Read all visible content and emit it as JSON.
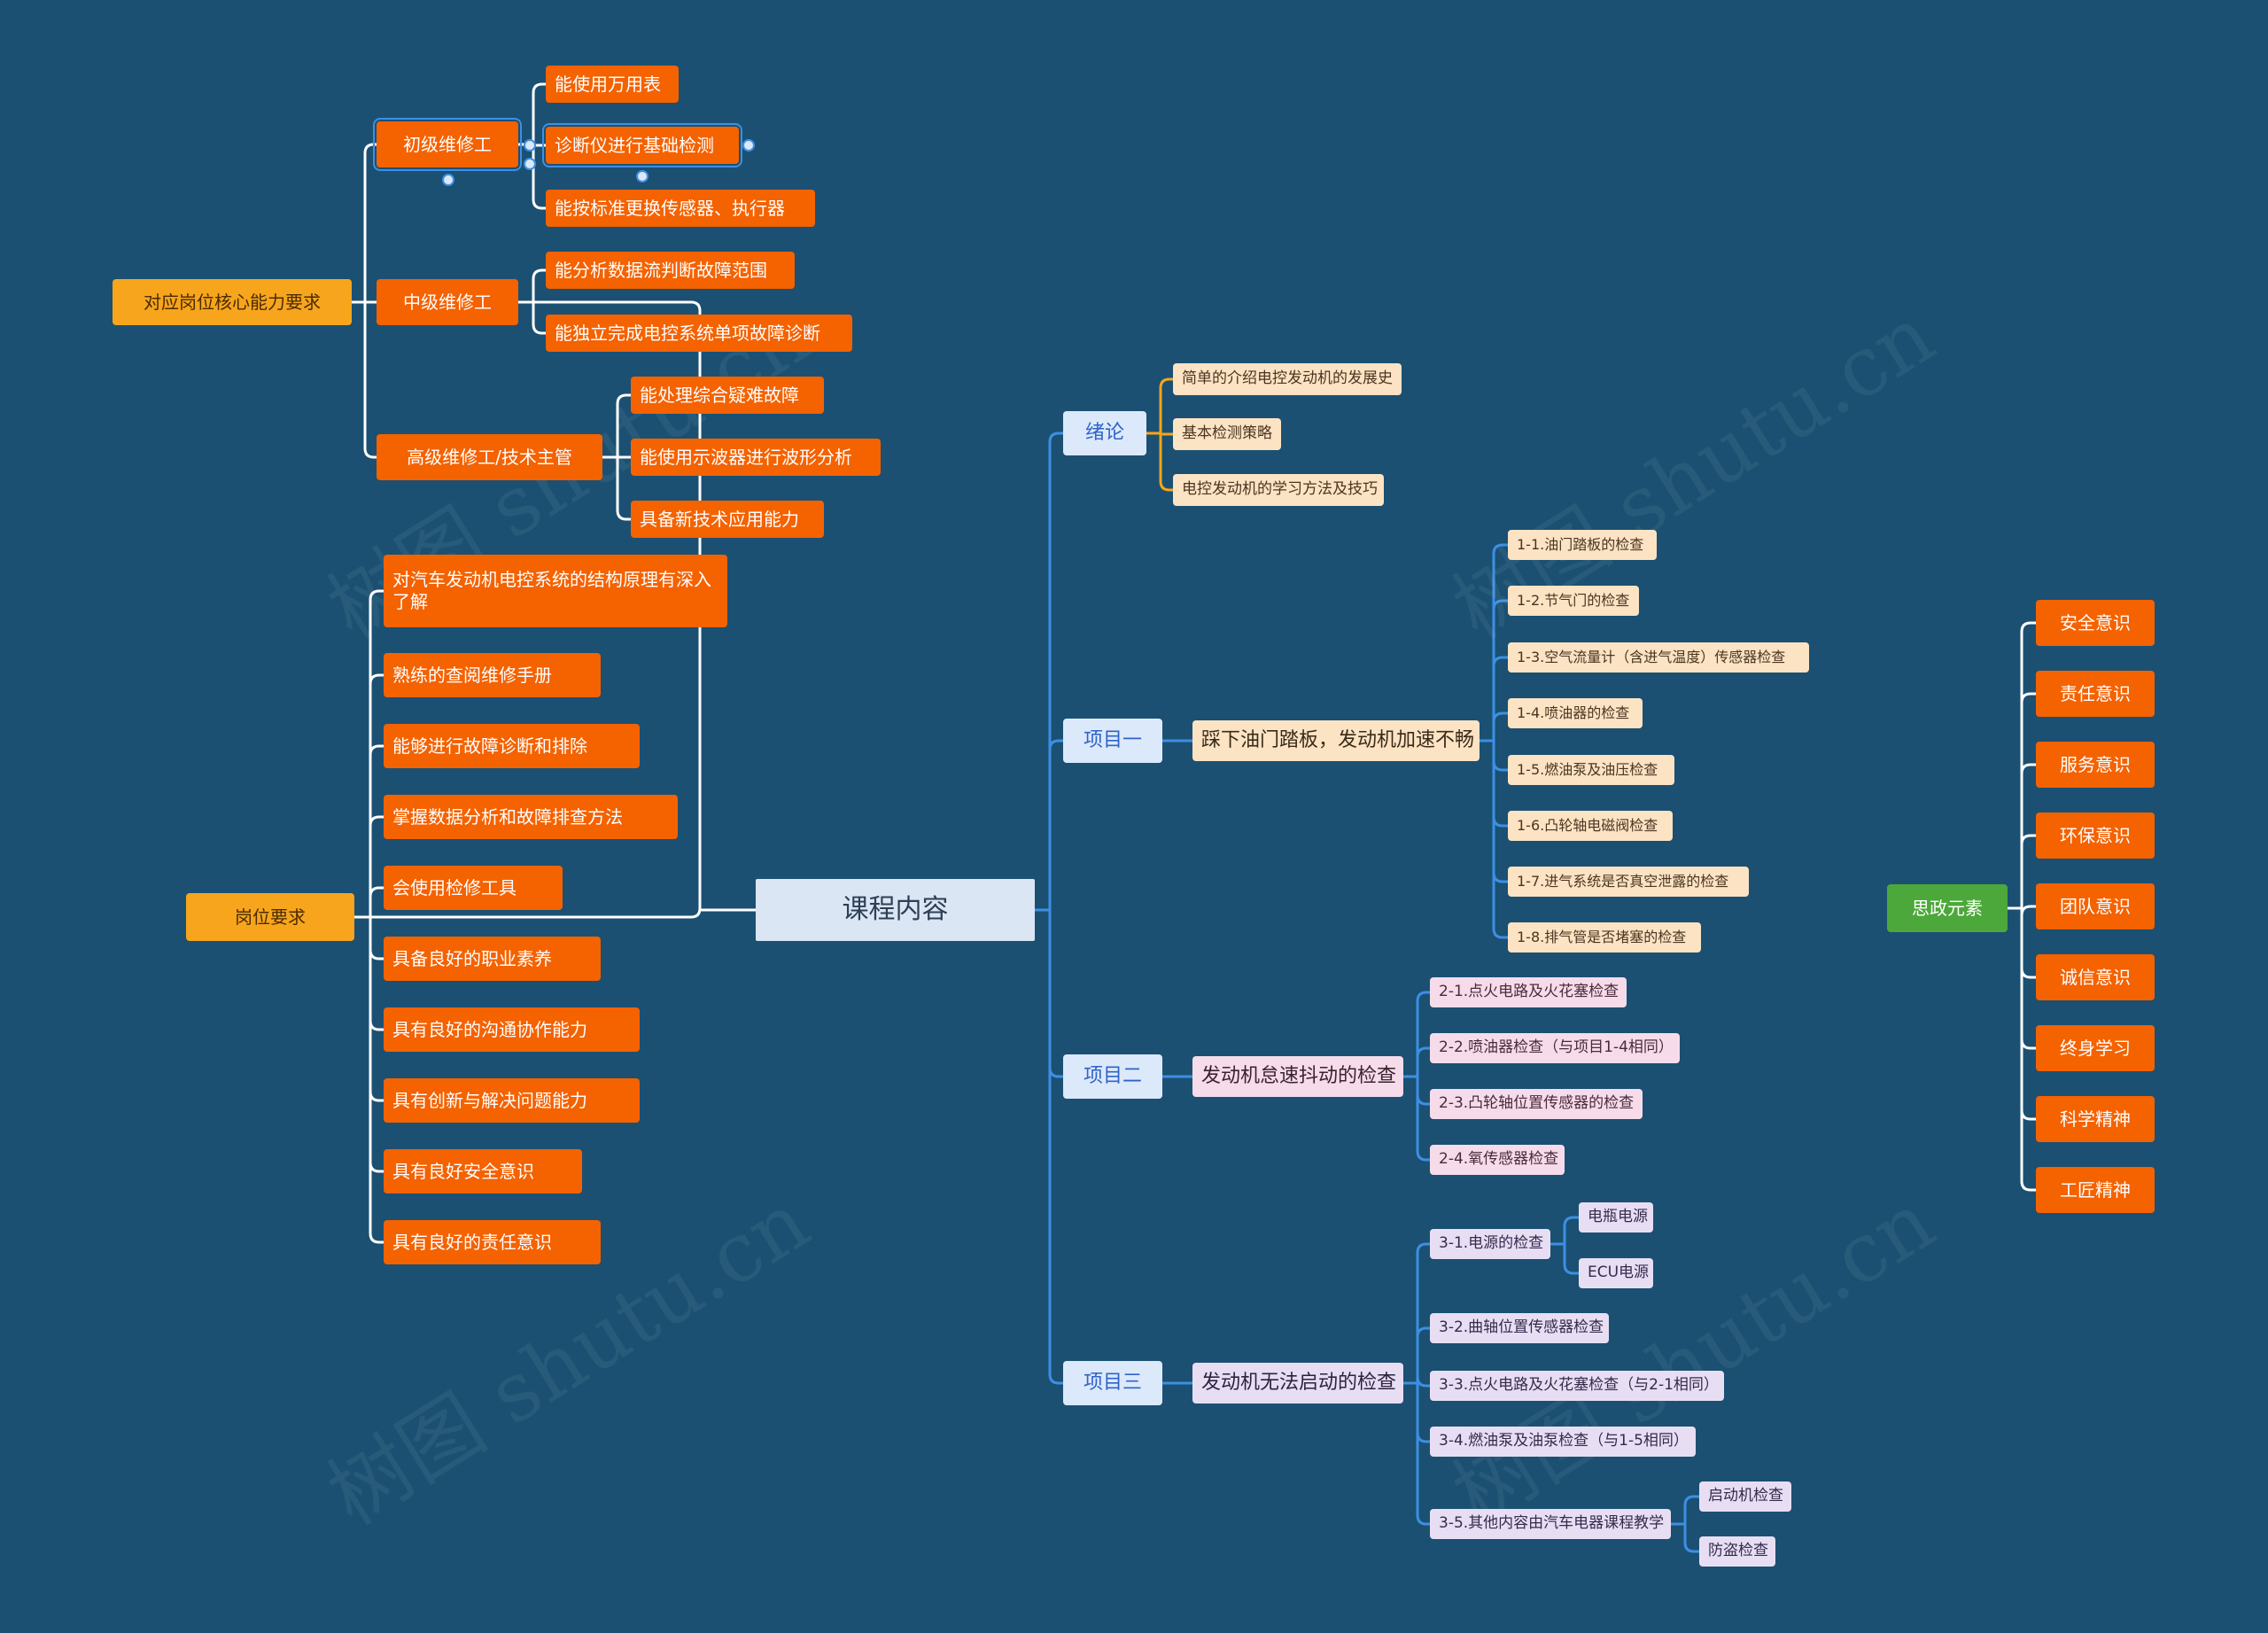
{
  "root": {
    "label": "课程内容"
  },
  "left": {
    "core": {
      "label": "对应岗位核心能力要求",
      "levels": [
        {
          "label": "初级维修工",
          "items": [
            "能使用万用表",
            "诊断仪进行基础检测",
            "能按标准更换传感器、执行器"
          ]
        },
        {
          "label": "中级维修工",
          "items": [
            "能分析数据流判断故障范围",
            "能独立完成电控系统单项故障诊断"
          ]
        },
        {
          "label": "高级维修工/技术主管",
          "items": [
            "能处理综合疑难故障",
            "能使用示波器进行波形分析",
            "具备新技术应用能力"
          ]
        }
      ]
    },
    "post": {
      "label": "岗位要求",
      "items": [
        "对汽车发动机电控系统的结构原理有深入了解",
        "熟练的查阅维修手册",
        "能够进行故障诊断和排除",
        "掌握数据分析和故障排查方法",
        "会使用检修工具",
        "具备良好的职业素养",
        "具有良好的沟通协作能力",
        "具有创新与解决问题能力",
        "具有良好安全意识",
        "具有良好的责任意识"
      ]
    }
  },
  "right": {
    "intro": {
      "label": "绪论",
      "items": [
        "简单的介绍电控发动机的发展史",
        "基本检测策略",
        "电控发动机的学习方法及技巧"
      ]
    },
    "p1": {
      "label": "项目一",
      "sub": "踩下油门踏板，发动机加速不畅",
      "items": [
        "1-1.油门踏板的检查",
        "1-2.节气门的检查",
        "1-3.空气流量计（含进气温度）传感器检查",
        "1-4.喷油器的检查",
        "1-5.燃油泵及油压检查",
        "1-6.凸轮轴电磁阀检查",
        "1-7.进气系统是否真空泄露的检查",
        "1-8.排气管是否堵塞的检查"
      ]
    },
    "p2": {
      "label": "项目二",
      "sub": "发动机怠速抖动的检查",
      "items": [
        "2-1.点火电路及火花塞检查",
        "2-2.喷油器检查（与项目1-4相同）",
        "2-3.凸轮轴位置传感器的检查",
        "2-4.氧传感器检查"
      ]
    },
    "p3": {
      "label": "项目三",
      "sub": "发动机无法启动的检查",
      "items": [
        "3-1.电源的检查",
        "3-2.曲轴位置传感器检查",
        "3-3.点火电路及火花塞检查（与2-1相同）",
        "3-4.燃油泵及油泵检查（与1-5相同）",
        "3-5.其他内容由汽车电器课程教学"
      ],
      "power": [
        "电瓶电源",
        "ECU电源"
      ],
      "other": [
        "启动机检查",
        "防盗检查"
      ]
    }
  },
  "ideology": {
    "label": "思政元素",
    "items": [
      "安全意识",
      "责任意识",
      "服务意识",
      "环保意识",
      "团队意识",
      "诚信意识",
      "终身学习",
      "科学精神",
      "工匠精神"
    ]
  },
  "watermark": "树图 shutu.cn",
  "colors": {
    "background": "#1b5072",
    "orange": "#f56200",
    "gold": "#f7a51c",
    "green": "#4ca83a",
    "line": "#3d8fe4",
    "line_warm": "#f7a51c"
  }
}
